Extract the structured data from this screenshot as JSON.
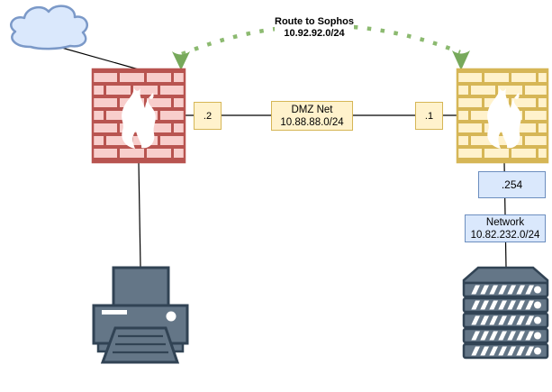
{
  "diagram": {
    "route_label": {
      "line1": "Route to Sophos",
      "line2": "10.92.92.0/24"
    },
    "dmz_label": {
      "line1": "DMZ Net",
      "line2": "10.88.88.0/24"
    },
    "lan_label": {
      "line1": "Network",
      "line2": "10.82.232.0/24"
    },
    "fw_left_dmz_ip": ".2",
    "fw_right_dmz_ip": ".1",
    "fw_right_lan_ip": ".254",
    "icons": {
      "cloud": "cloud-icon",
      "firewall_left": "firewall-red-brick-flame-icon",
      "firewall_right": "firewall-yellow-brick-flame-icon",
      "printer": "printer-icon",
      "server": "server-rack-icon",
      "route_arrow": "dotted-green-double-arrow"
    },
    "colors": {
      "yellow_fill": "#FFF2CC",
      "yellow_stroke": "#D6B656",
      "blue_fill": "#DAE8FC",
      "blue_stroke": "#6C8EBF",
      "red_fill": "#F8CECC",
      "red_stroke": "#B85450",
      "green_arrow": "#8CBA70",
      "device_fill": "#647687",
      "device_stroke": "#314354",
      "connector": "#000000",
      "label_text": "#000000"
    }
  }
}
